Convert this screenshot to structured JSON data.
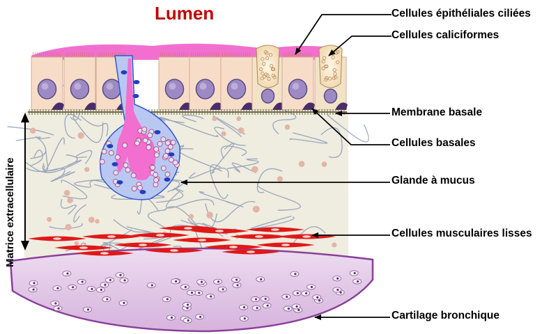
{
  "title": "Lumen",
  "side_label": "Matrice extracellulaire",
  "labels": {
    "ciliated": "Cellules épithéliales ciliées",
    "goblet": "Cellules caliciformes",
    "basement": "Membrane basale",
    "basal": "Cellules basales",
    "gland": "Glande à mucus",
    "smooth_muscle": "Cellules musculaires lisses",
    "cartilage": "Cartilage bronchique"
  },
  "colors": {
    "title": "#c00000",
    "mucus": "#f26fd0",
    "epithelium": "#f7ddc8",
    "nucleus": "#9d8ac4",
    "basal_cell": "#4b2c6b",
    "gland": "#b9c8f2",
    "gland_nucleus": "#1f3fbf",
    "matrix": "#efece0",
    "fibers": "#6a7fa0",
    "muscle": "#e01818",
    "cartilage": "#e2c6e6",
    "cartilage_rim": "#8a3f9a"
  }
}
